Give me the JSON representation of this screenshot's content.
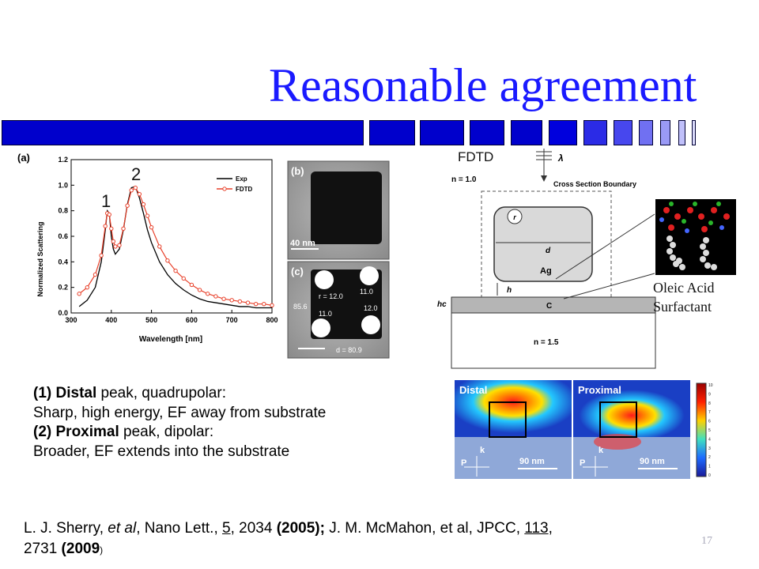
{
  "slide": {
    "title": "Reasonable agreement",
    "slide_number": "17",
    "accent_color": "#0000cc",
    "title_color": "#1a1aff"
  },
  "figure_a": {
    "panel_label": "(a)",
    "peak1_label": "1",
    "peak2_label": "2",
    "ylabel": "Normalized Scattering",
    "xlabel": "Wavelength [nm]",
    "legend": [
      "Exp",
      "FDTD"
    ],
    "series_colors": {
      "Exp": "#000000",
      "FDTD": "#e8402a"
    }
  },
  "chart_data": {
    "type": "line",
    "xlabel": "Wavelength [nm]",
    "ylabel": "Normalized Scattering",
    "xlim": [
      300,
      800
    ],
    "ylim": [
      0,
      1.2
    ],
    "xticks": [
      "300",
      "400",
      "500",
      "600",
      "700",
      "800"
    ],
    "yticks": [
      "0.0",
      "0.2",
      "0.4",
      "0.6",
      "0.8",
      "1.0",
      "1.2"
    ],
    "series": [
      {
        "name": "Exp",
        "x": [
          320,
          340,
          360,
          375,
          385,
          390,
          395,
          400,
          405,
          410,
          420,
          430,
          440,
          450,
          460,
          470,
          480,
          490,
          500,
          520,
          540,
          560,
          580,
          600,
          620,
          640,
          660,
          680,
          700,
          720,
          740,
          760,
          780,
          800
        ],
        "y": [
          0.05,
          0.1,
          0.2,
          0.4,
          0.65,
          0.8,
          0.78,
          0.6,
          0.5,
          0.46,
          0.5,
          0.65,
          0.85,
          0.98,
          0.99,
          0.9,
          0.78,
          0.65,
          0.55,
          0.4,
          0.3,
          0.23,
          0.18,
          0.14,
          0.11,
          0.09,
          0.08,
          0.07,
          0.06,
          0.05,
          0.05,
          0.04,
          0.04,
          0.04
        ]
      },
      {
        "name": "FDTD",
        "x": [
          320,
          340,
          360,
          375,
          385,
          390,
          395,
          400,
          405,
          410,
          420,
          430,
          440,
          450,
          460,
          470,
          480,
          490,
          500,
          520,
          540,
          560,
          580,
          600,
          620,
          640,
          660,
          680,
          700,
          720,
          740,
          760,
          780,
          800
        ],
        "y": [
          0.15,
          0.2,
          0.3,
          0.45,
          0.68,
          0.78,
          0.77,
          0.66,
          0.56,
          0.52,
          0.53,
          0.66,
          0.84,
          0.96,
          0.98,
          0.93,
          0.85,
          0.76,
          0.67,
          0.52,
          0.41,
          0.33,
          0.27,
          0.22,
          0.18,
          0.15,
          0.13,
          0.11,
          0.1,
          0.09,
          0.08,
          0.07,
          0.07,
          0.06
        ]
      }
    ]
  },
  "figure_bc": {
    "b_label": "(b)",
    "scale_text": "40 nm",
    "c_label": "(c)",
    "r_text": "r = 12.0",
    "v1": "11.0",
    "v2": "85.6",
    "v3": "12.0",
    "v4": "11.0",
    "d_text": "d = 80.9"
  },
  "schematic": {
    "fdtd_label": "FDTD",
    "lambda": "λ",
    "n_top": "n = 1.0",
    "boundary": "Cross Section Boundary",
    "r": "r",
    "d": "d",
    "ag": "Ag",
    "h": "h",
    "c": "C",
    "hc": "hc",
    "n_bottom": "n = 1.5"
  },
  "oleic": {
    "line1": "Oleic Acid",
    "line2": "Surfactant"
  },
  "field_maps": {
    "distal": "Distal",
    "proximal": "Proximal",
    "k": "k",
    "p": "P",
    "scale": "90 nm",
    "colorbar_ticks": [
      "10",
      "9",
      "8",
      "7",
      "6",
      "5",
      "4",
      "3",
      "2",
      "1",
      "0"
    ]
  },
  "notes": {
    "l1_prefix": "(1) ",
    "l1_bold": "Distal",
    "l1_rest": " peak, quadrupolar:",
    "l2": "Sharp, high energy, EF away from substrate",
    "l3_prefix": "(2) ",
    "l3_bold": "Proximal",
    "l3_rest": " peak, dipolar:",
    "l4": "Broader, EF extends into the substrate"
  },
  "citation": {
    "a": "L. J. Sherry, ",
    "b": "et al",
    "c": ", Nano Lett., ",
    "d": "5",
    "e": ", 2034 ",
    "f": "(2005);",
    "g": " J. M. McMahon, et al, JPCC, ",
    "h": "113",
    "i": ",",
    "j": "2731 ",
    "k": "(2009",
    "l": ")"
  }
}
